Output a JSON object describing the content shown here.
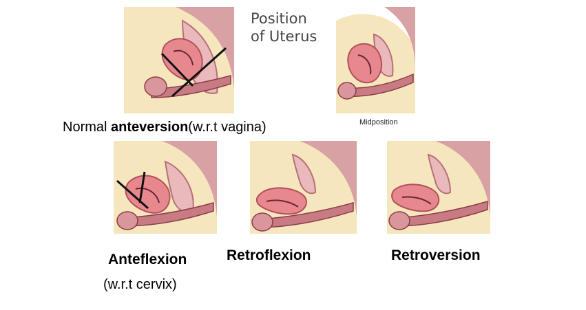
{
  "title": {
    "line1": "Position",
    "line2": "of Uterus"
  },
  "captions": {
    "normal_prefix": "Normal ",
    "normal_bold": "anteversion",
    "normal_suffix": "(w.r.t vagina)",
    "midposition": "Midposition",
    "anteflexion": "Anteflexion",
    "anteflexion_sub": "(w.r.t cervix)",
    "retroflexion": "Retroflexion",
    "retroversion": "Retroversion"
  },
  "colors": {
    "skin": "#f6e6bd",
    "wall": "#d8a1a4",
    "wall_dark": "#b76f78",
    "organ": "#e7888f",
    "organ_dark": "#b2505a",
    "cavity": "#6b2530",
    "axis_line": "#111111"
  }
}
